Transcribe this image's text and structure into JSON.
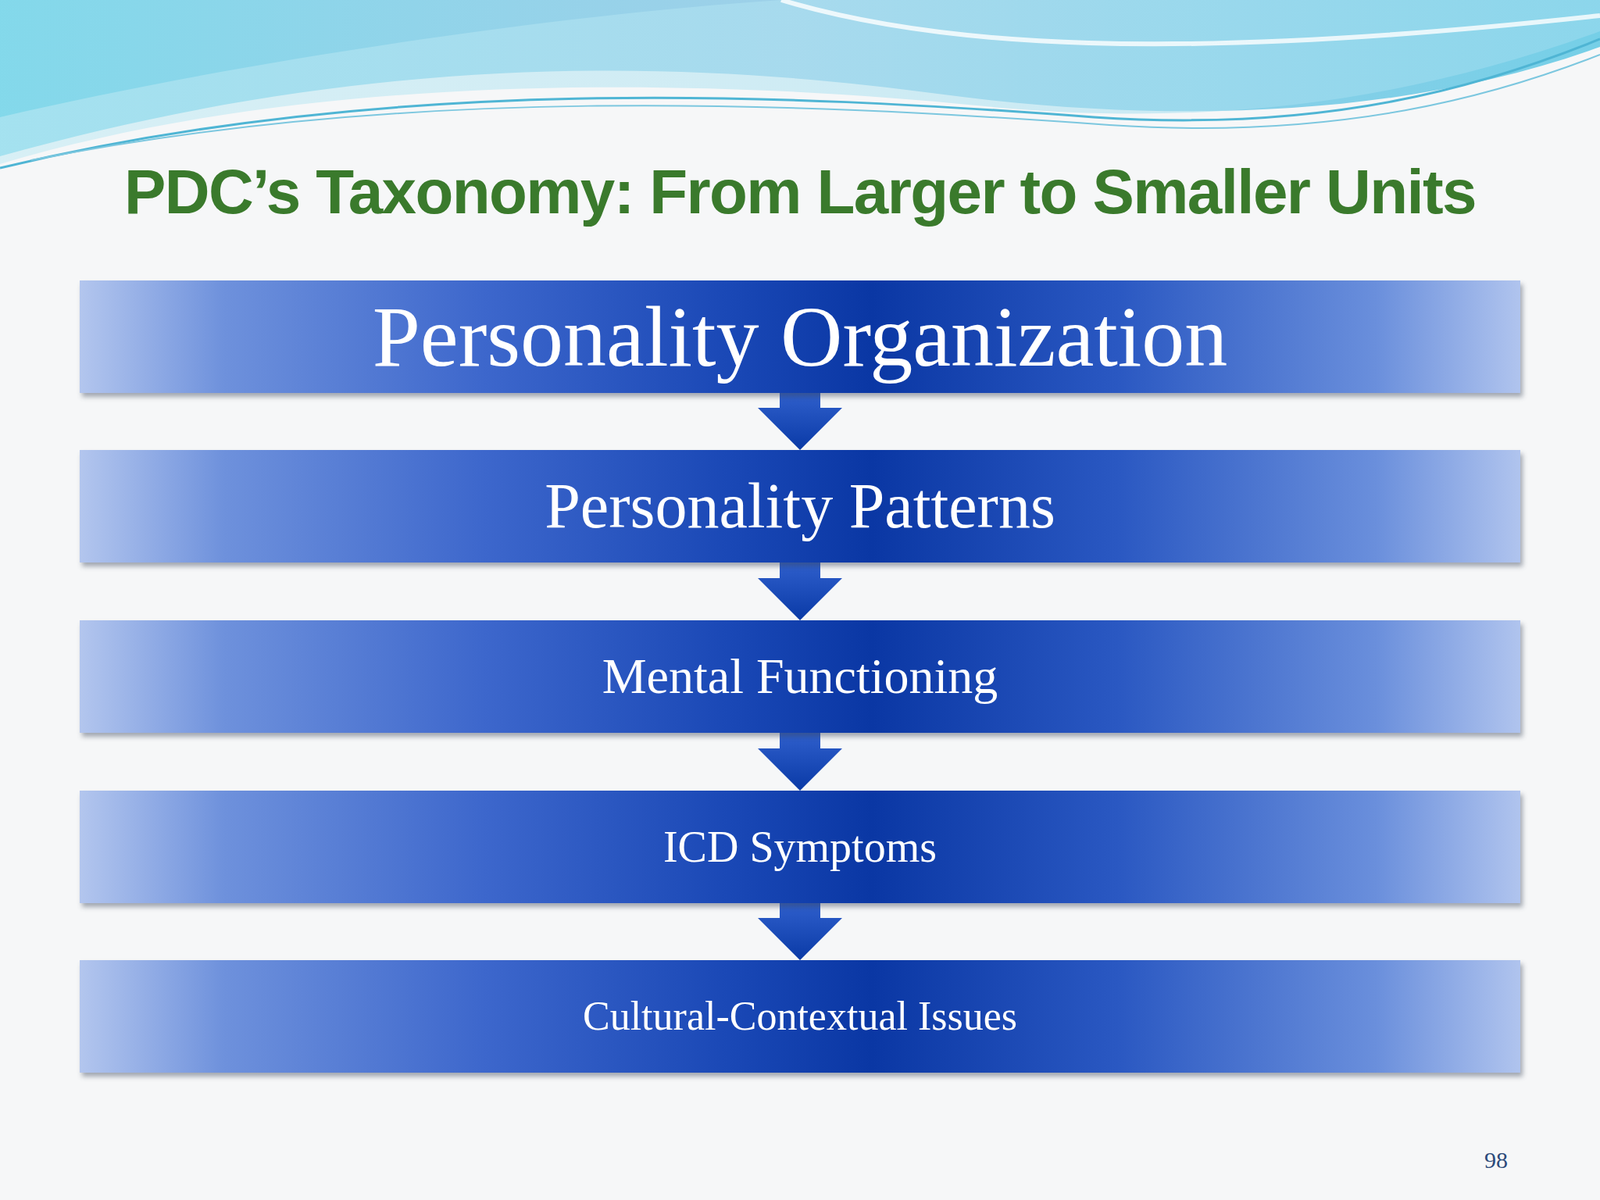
{
  "diagram": {
    "title": "PDC’s Taxonomy: From Larger to Smaller Units",
    "nodes": [
      {
        "text": [
          "Personality Organization"
        ]
      },
      {
        "text": [
          "Personality Patterns"
        ]
      },
      {
        "text": [
          "Mental Functioning"
        ]
      },
      {
        "text": [
          "ICD Symptoms"
        ]
      },
      {
        "text": [
          "Cultural-Contextual Issues"
        ]
      }
    ],
    "edges": [
      {
        "from": 0,
        "to": 1,
        "arrow": "to"
      },
      {
        "from": 1,
        "to": 2,
        "arrow": "to"
      },
      {
        "from": 2,
        "to": 3,
        "arrow": "to"
      },
      {
        "from": 3,
        "to": 4,
        "arrow": "to"
      }
    ],
    "labels": [
      "98"
    ]
  }
}
